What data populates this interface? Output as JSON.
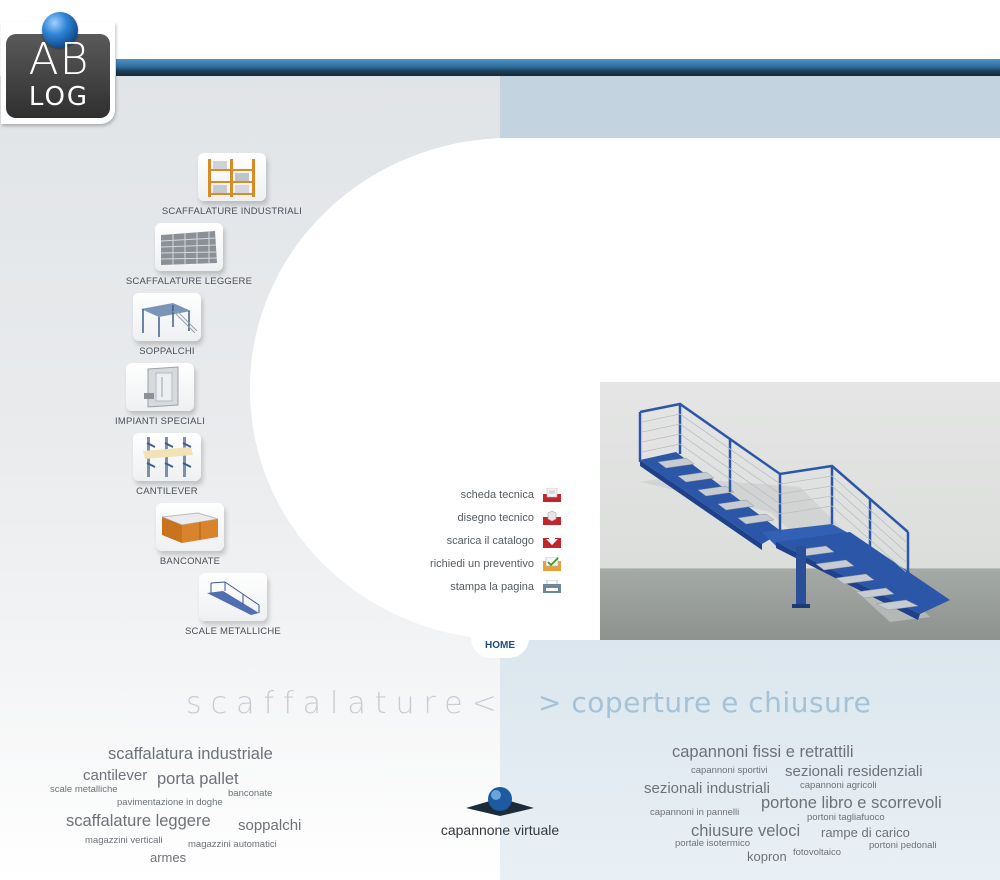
{
  "logo": {
    "line1": "AB",
    "line2": "LOG"
  },
  "categories": [
    {
      "label": "SCAFFALATURE INDUSTRIALI",
      "icon": "industrial-shelving-icon"
    },
    {
      "label": "SCAFFALATURE LEGGERE",
      "icon": "light-shelving-icon"
    },
    {
      "label": "SOPPALCHI",
      "icon": "mezzanine-icon"
    },
    {
      "label": "IMPIANTI SPECIALI",
      "icon": "special-systems-icon"
    },
    {
      "label": "CANTILEVER",
      "icon": "cantilever-icon"
    },
    {
      "label": "BANCONATE",
      "icon": "counter-icon"
    },
    {
      "label": "SCALE METALLICHE",
      "icon": "metal-stairs-icon"
    }
  ],
  "actions": [
    {
      "label": "scheda tecnica",
      "icon": "data-sheet-icon"
    },
    {
      "label": "disegno tecnico",
      "icon": "technical-drawing-icon"
    },
    {
      "label": "scarica il catalogo",
      "icon": "download-catalog-icon"
    },
    {
      "label": "richiedi un preventivo",
      "icon": "quote-request-icon"
    },
    {
      "label": "stampa la pagina",
      "icon": "print-icon"
    }
  ],
  "home": "HOME",
  "left_heading": "scaffalature<",
  "right_heading": "> coperture e chiusure",
  "left_tags": [
    "scaffalatura industriale",
    "cantilever",
    "porta pallet",
    "scale metalliche",
    "banconate",
    "pavimentazione in doghe",
    "scaffalature leggere",
    "soppalchi",
    "magazzini verticali",
    "magazzini automatici",
    "armes"
  ],
  "right_tags": [
    "capannoni fissi e retrattili",
    "capannoni sportivi",
    "sezionali residenziali",
    "capannoni agricoli",
    "sezionali industriali",
    "capannoni in pannelli",
    "portone libro e scorrevoli",
    "portoni tagliafuoco",
    "chiusure veloci",
    "rampe di carico",
    "portale isotermico",
    "portoni pedonali",
    "kopron",
    "fotovoltaico"
  ],
  "virtual": "capannone virtuale",
  "colors": {
    "accent_blue": "#2c6e9f",
    "home_blue": "#1d4e86",
    "stair_blue": "#2c56a8"
  }
}
